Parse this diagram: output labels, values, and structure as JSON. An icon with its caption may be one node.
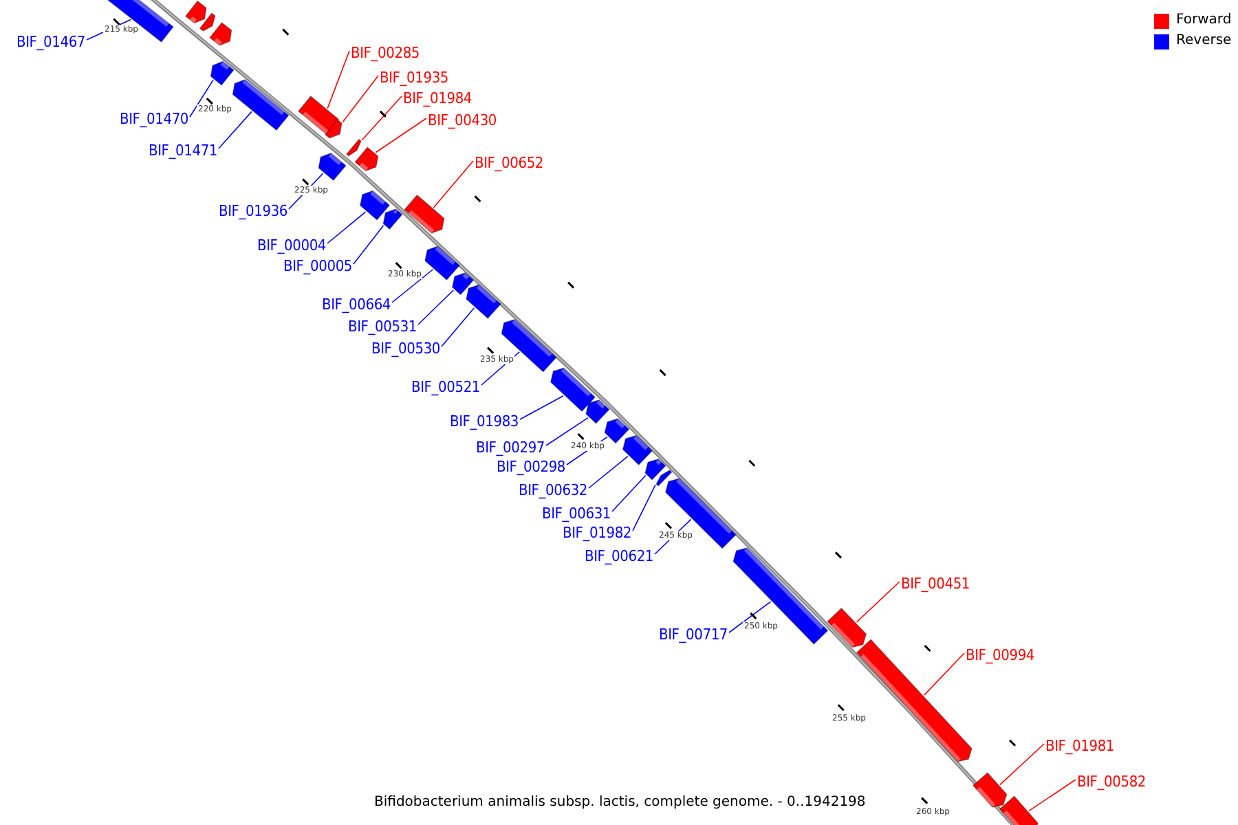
{
  "diagram": {
    "caption": "Bifidobacterium animalis subsp. lactis, complete genome. - 0..1942198",
    "nodes": [
      {
        "text": [],
        "shape": "bar"
      },
      {
        "text": [],
        "shape": "bar"
      },
      {
        "text": [],
        "shape": "bar"
      },
      {
        "text": [
          "BIF_01467"
        ]
      },
      {
        "text": [],
        "shape": "bar"
      },
      {
        "text": [
          "BIF_00285"
        ]
      },
      {
        "text": [],
        "shape": "bar"
      },
      {
        "text": [
          "BIF_01935"
        ]
      },
      {
        "text": [],
        "shape": "bar"
      },
      {
        "text": [
          "BIF_01984"
        ]
      },
      {
        "text": [],
        "shape": "bar"
      },
      {
        "text": [
          "BIF_00430"
        ]
      },
      {
        "text": [],
        "shape": "bar"
      },
      {
        "text": [
          "BIF_01470"
        ]
      },
      {
        "text": [],
        "shape": "bar"
      },
      {
        "text": [
          "BIF_01471"
        ]
      },
      {
        "text": [],
        "shape": "bar"
      },
      {
        "text": [
          "BIF_00652"
        ]
      },
      {
        "text": [],
        "shape": "bar"
      },
      {
        "text": [
          "BIF_01936"
        ]
      },
      {
        "text": [],
        "shape": "bar"
      },
      {
        "text": [
          "BIF_00004"
        ]
      },
      {
        "text": [],
        "shape": "bar"
      },
      {
        "text": [
          "BIF_00005"
        ]
      },
      {
        "text": [],
        "shape": "bar"
      },
      {
        "text": [
          "BIF_00664"
        ]
      },
      {
        "text": [],
        "shape": "bar"
      },
      {
        "text": [
          "BIF_00531"
        ]
      },
      {
        "text": [],
        "shape": "bar"
      },
      {
        "text": [
          "BIF_00530"
        ]
      },
      {
        "text": [],
        "shape": "bar"
      },
      {
        "text": [
          "BIF_00521"
        ]
      },
      {
        "text": [],
        "shape": "bar"
      },
      {
        "text": [
          "BIF_01983"
        ]
      },
      {
        "text": [],
        "shape": "bar"
      },
      {
        "text": [
          "BIF_00297"
        ]
      },
      {
        "text": [],
        "shape": "bar"
      },
      {
        "text": [
          "BIF_00298"
        ]
      },
      {
        "text": [],
        "shape": "bar"
      },
      {
        "text": [
          "BIF_00632"
        ]
      },
      {
        "text": [],
        "shape": "bar"
      },
      {
        "text": [
          "BIF_00631"
        ]
      },
      {
        "text": [],
        "shape": "bar"
      },
      {
        "text": [
          "BIF_01982"
        ]
      },
      {
        "text": [],
        "shape": "bar"
      },
      {
        "text": [
          "BIF_00621"
        ]
      },
      {
        "text": [],
        "shape": "bar"
      },
      {
        "text": [
          "BIF_00451"
        ]
      },
      {
        "text": [],
        "shape": "bar"
      },
      {
        "text": [
          "BIF_00717"
        ]
      },
      {
        "text": [],
        "shape": "bar"
      },
      {
        "text": [
          "BIF_00994"
        ]
      },
      {
        "text": [],
        "shape": "bar"
      },
      {
        "text": [
          "BIF_01981"
        ]
      },
      {
        "text": [],
        "shape": "bar"
      },
      {
        "text": [
          "BIF_00582"
        ]
      },
      {
        "text": [],
        "shape": "bar"
      }
    ],
    "edges": [
      {
        "from": 3,
        "to": 4,
        "arrow": "none"
      },
      {
        "from": 5,
        "to": 6,
        "arrow": "none",
        "color": "#ff0000"
      },
      {
        "from": 7,
        "to": 8,
        "arrow": "none",
        "color": "#ff0000"
      },
      {
        "from": 9,
        "to": 10,
        "arrow": "none",
        "color": "#ff0000"
      },
      {
        "from": 11,
        "to": 12,
        "arrow": "none",
        "color": "#ff0000"
      },
      {
        "from": 13,
        "to": 14,
        "arrow": "none"
      },
      {
        "from": 15,
        "to": 16,
        "arrow": "none"
      },
      {
        "from": 17,
        "to": 18,
        "arrow": "none",
        "color": "#ff0000"
      },
      {
        "from": 19,
        "to": 20,
        "arrow": "none"
      },
      {
        "from": 21,
        "to": 22,
        "arrow": "none"
      },
      {
        "from": 23,
        "to": 24,
        "arrow": "none"
      },
      {
        "from": 25,
        "to": 26,
        "arrow": "none"
      },
      {
        "from": 27,
        "to": 28,
        "arrow": "none"
      },
      {
        "from": 29,
        "to": 30,
        "arrow": "none"
      },
      {
        "from": 31,
        "to": 32,
        "arrow": "none"
      },
      {
        "from": 33,
        "to": 34,
        "arrow": "none"
      },
      {
        "from": 35,
        "to": 36,
        "arrow": "none"
      },
      {
        "from": 37,
        "to": 38,
        "arrow": "none"
      },
      {
        "from": 39,
        "to": 40,
        "arrow": "none"
      },
      {
        "from": 41,
        "to": 42,
        "arrow": "none"
      },
      {
        "from": 43,
        "to": 44,
        "arrow": "none"
      },
      {
        "from": 45,
        "to": 46,
        "arrow": "none"
      },
      {
        "from": 47,
        "to": 48,
        "arrow": "none",
        "color": "#ff0000"
      },
      {
        "from": 49,
        "to": 50,
        "arrow": "none"
      },
      {
        "from": 51,
        "to": 52,
        "arrow": "none",
        "color": "#ff0000"
      },
      {
        "from": 53,
        "to": 54,
        "arrow": "none",
        "color": "#ff0000"
      },
      {
        "from": 55,
        "to": 56,
        "arrow": "none",
        "color": "#ff0000"
      }
    ],
    "labels": [
      "215 kbp",
      "220 kbp",
      "225 kbp",
      "230 kbp",
      "235 kbp",
      "240 kbp",
      "245 kbp",
      "250 kbp",
      "255 kbp",
      "260 kbp"
    ],
    "legend": [
      {
        "text": "Forward",
        "color": "#ff0000"
      },
      {
        "text": "Reverse",
        "color": "#0000ff"
      }
    ]
  }
}
